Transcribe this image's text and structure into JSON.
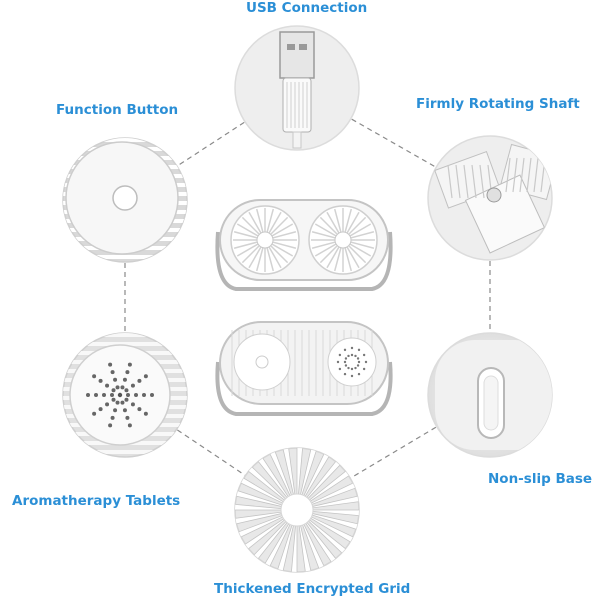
{
  "theme": {
    "label_color": "#2b8fd6",
    "line_color": "#8a8a8a"
  },
  "features": {
    "usb": {
      "label": "USB Connection",
      "icon": "usb-plug-icon"
    },
    "function_button": {
      "label": "Function Button",
      "icon": "power-button-icon"
    },
    "rotating_shaft": {
      "label": "Firmly Rotating Shaft",
      "icon": "hinge-icon"
    },
    "aromatherapy": {
      "label": "Aromatherapy Tablets",
      "icon": "aroma-pad-icon"
    },
    "non_slip_base": {
      "label": "Non-slip Base",
      "icon": "rubber-pad-icon"
    },
    "grid": {
      "label": "Thickened Encrypted Grid",
      "icon": "fan-blade-icon"
    }
  }
}
